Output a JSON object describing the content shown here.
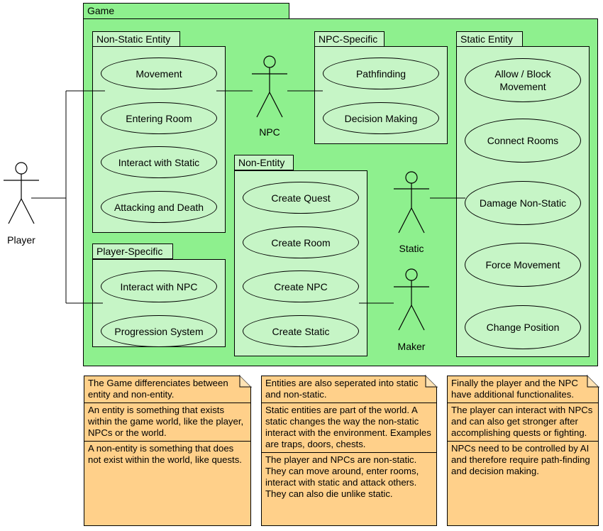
{
  "package": {
    "title": "Game"
  },
  "groups": {
    "non_static": {
      "title": "Non-Static Entity",
      "use_cases": [
        "Movement",
        "Entering Room",
        "Interact with Static",
        "Attacking and Death"
      ]
    },
    "npc_specific": {
      "title": "NPC-Specific",
      "use_cases": [
        "Pathfinding",
        "Decision Making"
      ]
    },
    "static_entity": {
      "title": "Static Entity",
      "use_cases": [
        "Allow / Block Movement",
        "Connect Rooms",
        "Damage Non-Static",
        "Force Movement",
        "Change Position"
      ]
    },
    "non_entity": {
      "title": "Non-Entity",
      "use_cases": [
        "Create Quest",
        "Create Room",
        "Create NPC",
        "Create Static"
      ]
    },
    "player_specific": {
      "title": "Player-Specific",
      "use_cases": [
        "Interact with NPC",
        "Progression System"
      ]
    }
  },
  "actors": {
    "player": "Player",
    "npc": "NPC",
    "static": "Static",
    "maker": "Maker"
  },
  "notes": [
    {
      "sections": [
        "The Game differenciates between entity and non-entity.",
        "An entity is something that exists within the game world, like the player, NPCs or the world.",
        "A non-entity is something that does not exist within the world, like quests."
      ]
    },
    {
      "sections": [
        "Entities are also seperated into static and non-static.",
        "Static entities are part of the world. A static changes the way the non-static interact with the environment. Examples are traps, doors, chests.",
        "The player and NPCs are non-static. They can move around, enter rooms, interact with static and attack others. They can also die unlike static."
      ]
    },
    {
      "sections": [
        "Finally the player and the NPC have additional functionalites.",
        "The player can interact with NPCs and can also get stronger after accomplishing quests or fighting.",
        "NPCs need to be controlled by AI and therefore require path-finding and decision making."
      ]
    }
  ],
  "colors": {
    "package_fill": "#8ef08e",
    "group_fill": "#c6f5c6",
    "note_fill": "#ffd08a"
  }
}
